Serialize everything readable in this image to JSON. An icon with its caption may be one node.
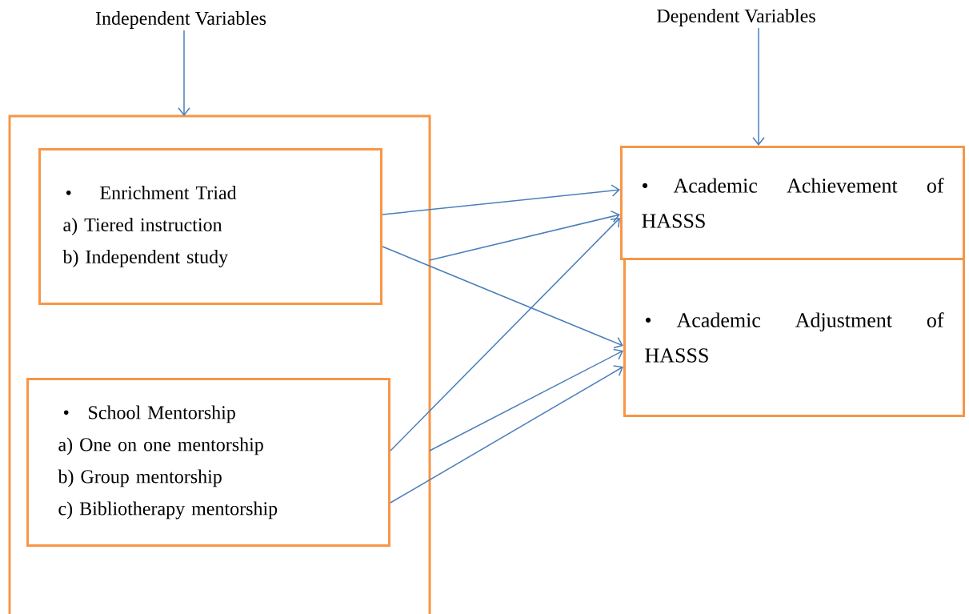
{
  "diagram": {
    "nodes": [
      {
        "text": [
          "Independent Variables"
        ]
      },
      {
        "text": [],
        "shape": "box"
      },
      {
        "text": [
          "•",
          "Enrichment Triad",
          "a) Tiered instruction",
          "b) Independent study"
        ],
        "in": 1
      },
      {
        "text": [
          "•",
          "School Mentorship",
          "a) One on one mentorship",
          "b) Group mentorship",
          "c) Bibliotherapy mentorship"
        ],
        "in": 1
      },
      {
        "text": [
          "Dependent Variables"
        ]
      },
      {
        "text": [
          "•",
          "Academic Achievement of HASSS"
        ]
      },
      {
        "text": [
          "•",
          "Academic Adjustment of HASSS"
        ]
      }
    ],
    "edges": [
      {
        "from": 0,
        "to": 1,
        "arrow": "to"
      },
      {
        "from": 4,
        "to": 5,
        "arrow": "to"
      },
      {
        "from": 2,
        "to": 5,
        "arrow": "to"
      },
      {
        "from": 2,
        "to": 6,
        "arrow": "to"
      },
      {
        "from": 1,
        "to": 5,
        "arrow": "to"
      },
      {
        "from": 3,
        "to": 5,
        "arrow": "to"
      },
      {
        "from": 1,
        "to": 6,
        "arrow": "to"
      },
      {
        "from": 3,
        "to": 6,
        "arrow": "to"
      }
    ]
  }
}
